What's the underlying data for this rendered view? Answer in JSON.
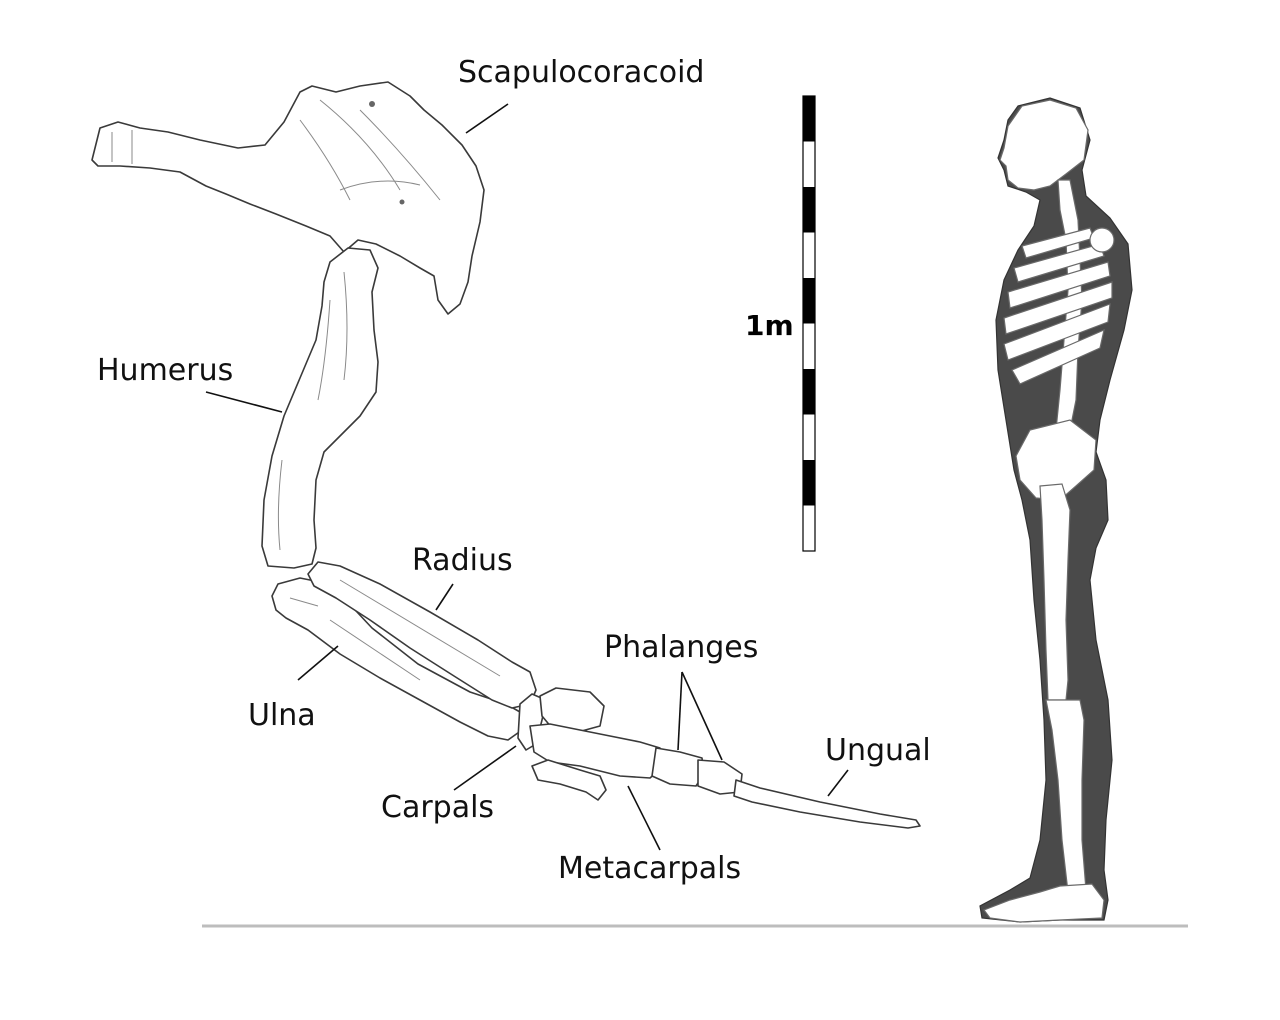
{
  "labels": {
    "scapulocoracoid": "Scapulocoracoid",
    "humerus": "Humerus",
    "radius": "Radius",
    "ulna": "Ulna",
    "phalanges": "Phalanges",
    "ungual": "Ungual",
    "carpals": "Carpals",
    "metacarpals": "Metacarpals"
  },
  "scale_bar": {
    "label": "1m",
    "segments": 10
  },
  "colors": {
    "bone_outline": "#3a3a3a",
    "human_body": "#4a4a4a",
    "ground_line": "#bdbdbd",
    "scale_dark": "#000000"
  }
}
